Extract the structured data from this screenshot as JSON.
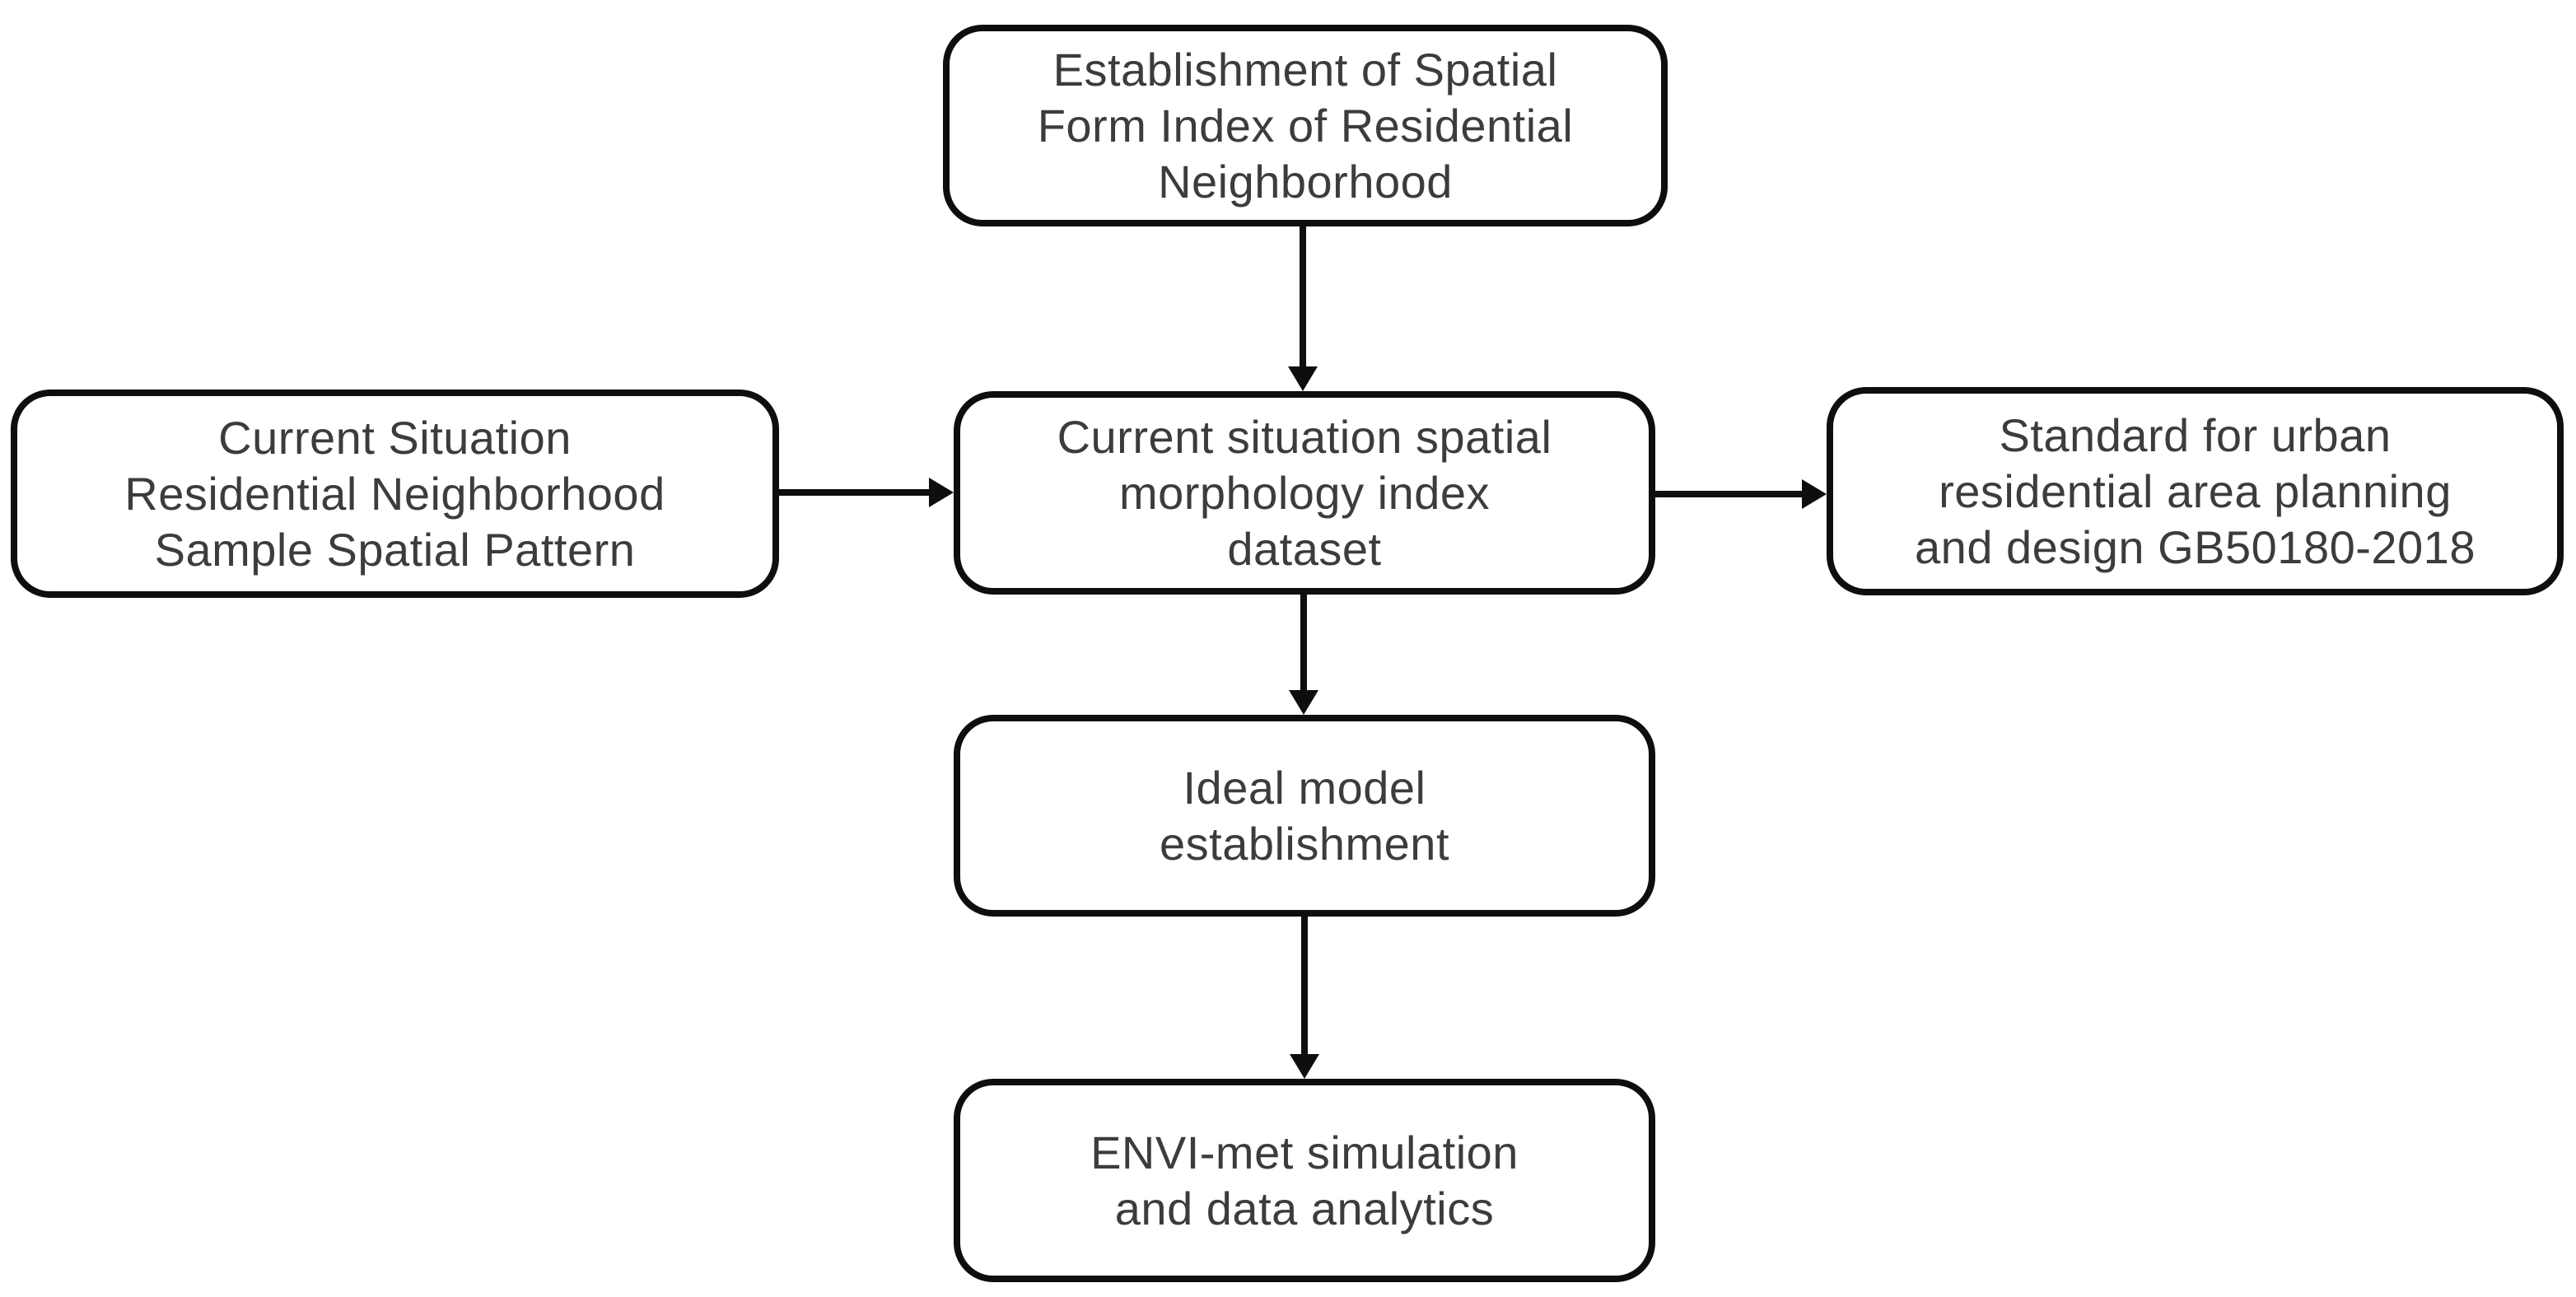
{
  "diagram": {
    "type": "flowchart",
    "colors": {
      "background": "#ffffff",
      "stroke": "#0e0e0e",
      "text": "#3c3c3c"
    },
    "nodes": {
      "top": {
        "label": "Establishment of Spatial Form Index of Residential Neighborhood",
        "lines": [
          "Establishment of Spatial",
          "Form Index of Residential",
          "Neighborhood"
        ]
      },
      "left": {
        "label": "Current Situation Residential Neighborhood Sample Spatial Pattern",
        "lines": [
          "Current Situation",
          "Residential Neighborhood",
          "Sample Spatial Pattern"
        ]
      },
      "center": {
        "label": "Current situation spatial morphology index dataset",
        "lines": [
          "Current situation spatial",
          "morphology index",
          "dataset"
        ]
      },
      "right": {
        "label": "Standard for urban residential area planning and design GB50180-2018",
        "lines": [
          "Standard for urban",
          "residential area planning",
          "and design GB50180-2018"
        ]
      },
      "ideal": {
        "label": "Ideal model establishment",
        "lines": [
          "Ideal model",
          "establishment"
        ]
      },
      "envi": {
        "label": "ENVI-met simulation and data analytics",
        "lines": [
          "ENVI-met  simulation",
          "and data analytics"
        ]
      }
    },
    "connections": [
      {
        "from": "top",
        "to": "center",
        "direction": "down"
      },
      {
        "from": "left",
        "to": "center",
        "direction": "right"
      },
      {
        "from": "center",
        "to": "right",
        "direction": "right"
      },
      {
        "from": "center",
        "to": "ideal",
        "direction": "down"
      },
      {
        "from": "ideal",
        "to": "envi",
        "direction": "down"
      }
    ]
  }
}
